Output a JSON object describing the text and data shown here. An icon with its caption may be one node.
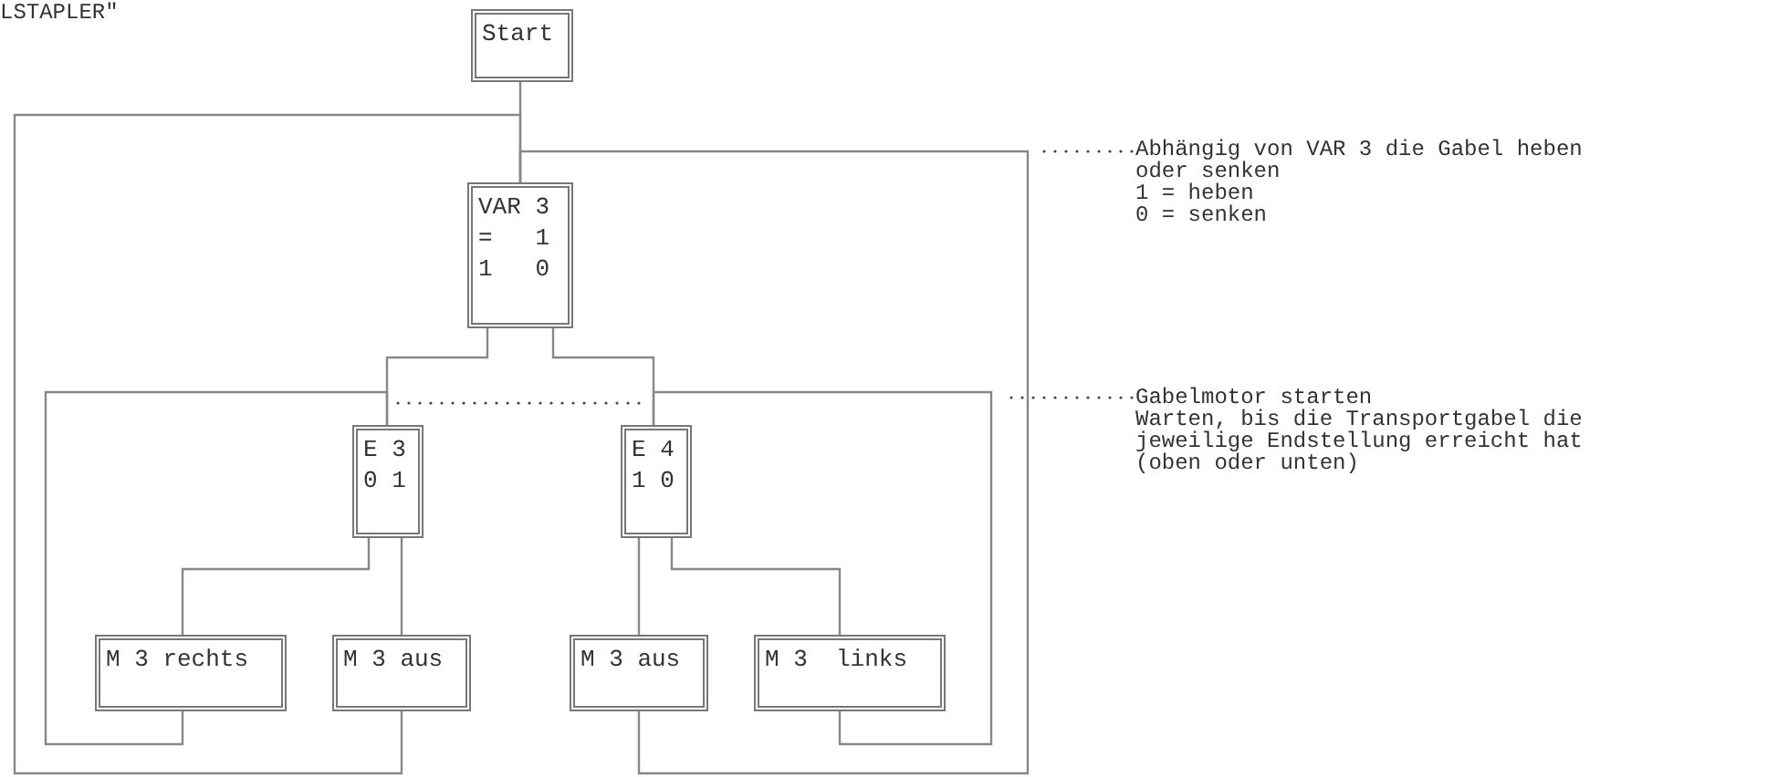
{
  "diagram": {
    "nodes": [
      {
        "text": [
          "Start"
        ]
      },
      {
        "text": [
          "VAR 3",
          "=   1",
          "1   0"
        ]
      },
      {
        "text": [
          "E 3",
          "0 1"
        ]
      },
      {
        "text": [
          "E 4",
          "1 0"
        ]
      },
      {
        "text": [
          "M 3 rechts"
        ]
      },
      {
        "text": [
          "M 3 aus"
        ]
      },
      {
        "text": [
          "M 3 aus"
        ]
      },
      {
        "text": [
          "M 3  links"
        ]
      },
      {
        "text": [
          "Abhängig von VAR 3 die Gabel heben oder senken",
          "1 = heben",
          "0 = senken"
        ]
      },
      {
        "text": [
          "Gabelmotor starten",
          "Warten, bis die Transportgabel die jeweilige Endstellung erreicht hat (oben oder unten)"
        ]
      }
    ],
    "edges": [
      {
        "from": 0,
        "to": 1,
        "arrow": "none"
      },
      {
        "from": 1,
        "to": 2,
        "arrow": "none"
      },
      {
        "from": 1,
        "to": 3,
        "arrow": "none"
      },
      {
        "from": 2,
        "to": 4,
        "arrow": "none"
      },
      {
        "from": 2,
        "to": 5,
        "arrow": "none"
      },
      {
        "from": 3,
        "to": 6,
        "arrow": "none"
      },
      {
        "from": 3,
        "to": 7,
        "arrow": "none"
      },
      {
        "from": 4,
        "to": 2,
        "arrow": "none"
      },
      {
        "from": 7,
        "to": 3,
        "arrow": "none"
      },
      {
        "from": 5,
        "to": 1,
        "arrow": "none"
      },
      {
        "from": 6,
        "to": 1,
        "arrow": "none"
      },
      {
        "from": 8,
        "to": null,
        "arrow": "none",
        "style": "dashed"
      },
      {
        "from": 9,
        "to": null,
        "arrow": "none",
        "style": "dashed"
      }
    ],
    "labels": [
      "LSTAPLER\""
    ]
  }
}
